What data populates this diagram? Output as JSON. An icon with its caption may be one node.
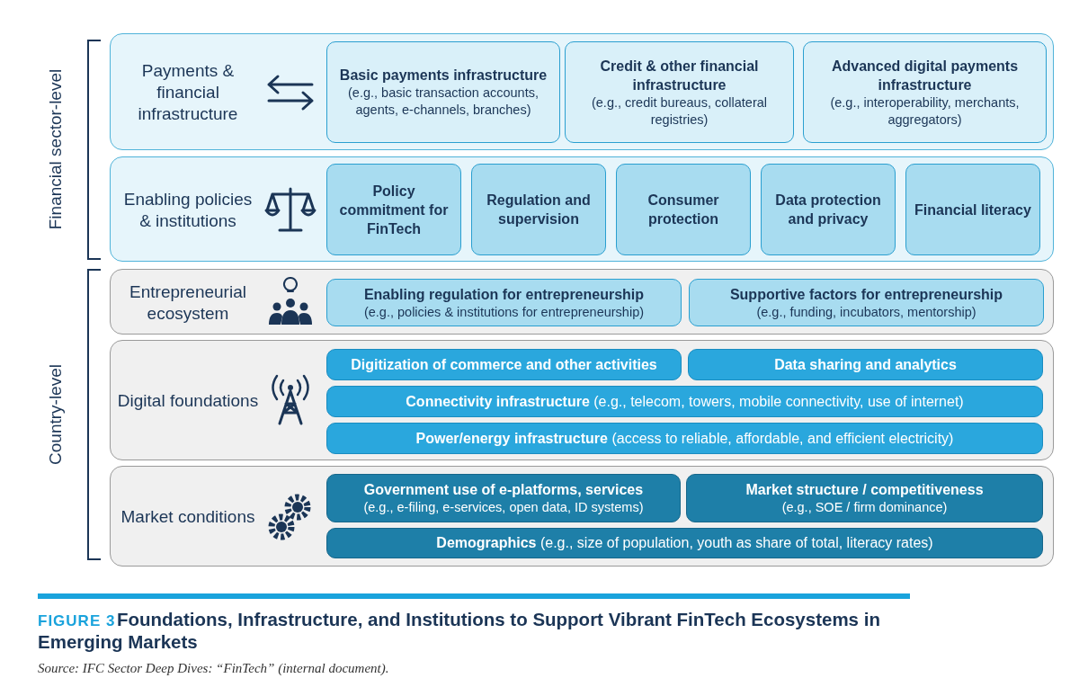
{
  "diagram": {
    "title": "Foundations, Infrastructure, and Institutions to Support Vibrant FinTech Ecosystems in Emerging Markets",
    "caption": "Source: IFC Sector Deep Dives: “FinTech” (internal document).",
    "nodes": [
      {
        "text": [
          "Payments & financial infrastructure"
        ]
      },
      {
        "text": [
          "Basic payments infrastructure",
          "(e.g., basic transaction accounts, agents, e-channels, branches)"
        ],
        "in": 0
      },
      {
        "text": [
          "Credit & other financial infrastructure",
          "(e.g., credit bureaus, collateral registries)"
        ],
        "in": 0
      },
      {
        "text": [
          "Advanced digital payments infrastructure",
          "(e.g., interoperability, merchants, aggregators)"
        ],
        "in": 0
      },
      {
        "text": [
          "Enabling policies & institutions"
        ]
      },
      {
        "text": [
          "Policy commitment for FinTech"
        ],
        "in": 4
      },
      {
        "text": [
          "Regulation and supervision"
        ],
        "in": 4
      },
      {
        "text": [
          "Consumer protection"
        ],
        "in": 4
      },
      {
        "text": [
          "Data protection and privacy"
        ],
        "in": 4
      },
      {
        "text": [
          "Financial literacy"
        ],
        "in": 4
      },
      {
        "text": [
          "Entrepreneurial ecosystem"
        ]
      },
      {
        "text": [
          "Enabling regulation for entrepreneurship",
          "(e.g., policies & institutions for entrepreneurship)"
        ],
        "in": 10
      },
      {
        "text": [
          "Supportive factors for entrepreneurship",
          "(e.g., funding, incubators, mentorship)"
        ],
        "in": 10
      },
      {
        "text": [
          "Digital foundations"
        ]
      },
      {
        "text": [
          "Digitization of commerce and other activities"
        ],
        "in": 13
      },
      {
        "text": [
          "Data sharing and analytics"
        ],
        "in": 13
      },
      {
        "text": [
          "**Connectivity infrastructure** (e.g., telecom, towers, mobile connectivity, use of internet)"
        ],
        "in": 13
      },
      {
        "text": [
          "**Power/energy infrastructure** (access to reliable, affordable, and efficient electricity)"
        ],
        "in": 13
      },
      {
        "text": [
          "Market conditions"
        ]
      },
      {
        "text": [
          "Government use of e-platforms, services",
          "(e.g., e-filing, e-services, open data, ID systems)"
        ],
        "in": 18
      },
      {
        "text": [
          "Market structure / competitiveness",
          "(e.g., SOE / firm dominance)"
        ],
        "in": 18
      },
      {
        "text": [
          "**Demographics** (e.g., size of population, youth as share of total, literacy rates)"
        ],
        "in": 18
      }
    ],
    "edges": [],
    "labels": [
      "Financial sector-level",
      "Country-level",
      "FIGURE 3"
    ]
  }
}
